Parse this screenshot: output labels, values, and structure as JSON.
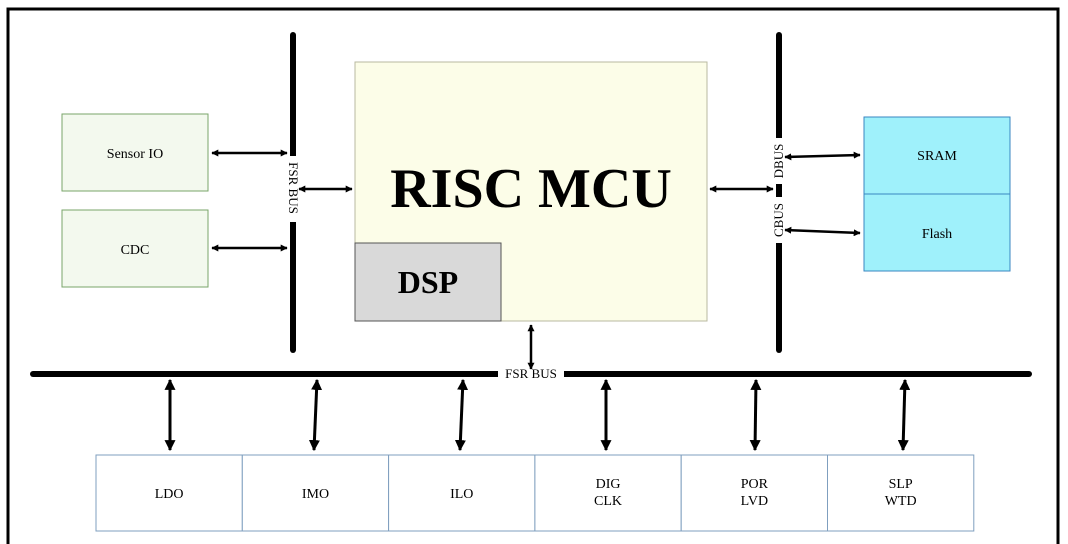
{
  "colors": {
    "frame": "#000000",
    "io_box_fill": "#f3f9ee",
    "io_box_stroke": "#7aa56a",
    "mcu_fill": "#fcfde8",
    "mcu_stroke": "#b9b9a0",
    "dsp_fill": "#d9d9d9",
    "memory_fill": "#9ff1fb",
    "memory_stroke": "#3a86c2",
    "peripheral_stroke": "#7f9fbf",
    "bus": "#000000"
  },
  "blocks": {
    "sensor_io": "Sensor IO",
    "cdc": "CDC",
    "mcu": "RISC MCU",
    "dsp": "DSP",
    "sram": "SRAM",
    "flash": "Flash"
  },
  "buses": {
    "left": "FSR BUS",
    "dbus": "DBUS",
    "cbus": "CBUS",
    "bottom": "FSR BUS"
  },
  "peripherals": [
    {
      "line1": "LDO",
      "line2": ""
    },
    {
      "line1": "IMO",
      "line2": ""
    },
    {
      "line1": "ILO",
      "line2": ""
    },
    {
      "line1": "DIG",
      "line2": "CLK"
    },
    {
      "line1": "POR",
      "line2": "LVD"
    },
    {
      "line1": "SLP",
      "line2": "WTD"
    }
  ]
}
